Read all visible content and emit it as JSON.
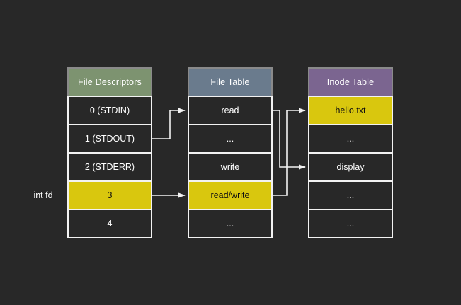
{
  "colors": {
    "background": "#282828",
    "border": "#f2f2f2",
    "arrow": "#f2f2f2",
    "highlight": "#d9c70e",
    "header_border": "#8a8a8a",
    "text_light": "#ffffff",
    "text_dark": "#111111"
  },
  "int_fd_label": "int fd",
  "tables": [
    {
      "title": "File Descriptors",
      "header_color": "#7d9370",
      "rows": [
        {
          "text": "0 (STDIN)",
          "highlighted": false
        },
        {
          "text": "1 (STDOUT)",
          "highlighted": false
        },
        {
          "text": "2 (STDERR)",
          "highlighted": false
        },
        {
          "text": "3",
          "highlighted": true
        },
        {
          "text": "4",
          "highlighted": false
        }
      ]
    },
    {
      "title": "File Table",
      "header_color": "#6a7b8d",
      "rows": [
        {
          "text": "read",
          "highlighted": false
        },
        {
          "text": "...",
          "highlighted": false
        },
        {
          "text": "write",
          "highlighted": false
        },
        {
          "text": "read/write",
          "highlighted": true
        },
        {
          "text": "...",
          "highlighted": false
        }
      ]
    },
    {
      "title": "Inode Table",
      "header_color": "#7b6590",
      "rows": [
        {
          "text": "hello.txt",
          "highlighted": true
        },
        {
          "text": "...",
          "highlighted": false
        },
        {
          "text": "display",
          "highlighted": false
        },
        {
          "text": "...",
          "highlighted": false
        },
        {
          "text": "...",
          "highlighted": false
        }
      ]
    }
  ],
  "connections": [
    {
      "from_table": "File Descriptors",
      "from": "1 (STDOUT)",
      "to_table": "File Table",
      "to": "read"
    },
    {
      "from_table": "File Descriptors",
      "from": "3",
      "to_table": "File Table",
      "to": "read/write"
    },
    {
      "from_table": "File Table",
      "from": "read",
      "to_table": "Inode Table",
      "to": "display"
    },
    {
      "from_table": "File Table",
      "from": "read/write",
      "to_table": "Inode Table",
      "to": "hello.txt"
    }
  ]
}
